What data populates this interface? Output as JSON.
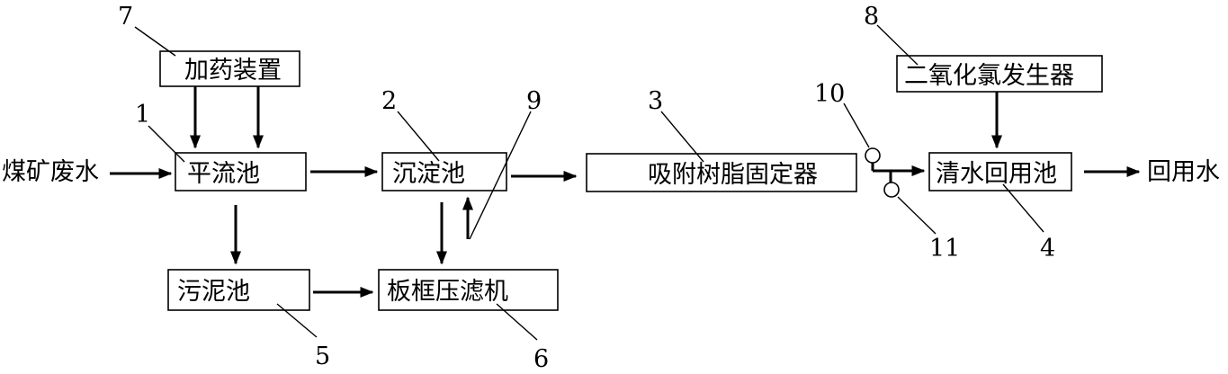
{
  "nodes": {
    "dosing_device": "加药装置",
    "advection_tank": "平流池",
    "sedimentation_tank": "沉淀池",
    "resin_fixer": "吸附树脂固定器",
    "clear_water_tank": "清水回用池",
    "sludge_tank": "污泥池",
    "filter_press": "板框压滤机",
    "chlorine_dioxide_generator": "二氧化氯发生器"
  },
  "io": {
    "input": "煤矿废水",
    "output": "回用水"
  },
  "callouts": {
    "n1": "1",
    "n2": "2",
    "n3": "3",
    "n4": "4",
    "n5": "5",
    "n6": "6",
    "n7": "7",
    "n8": "8",
    "n9": "9",
    "n10": "10",
    "n11": "11"
  },
  "colors": {
    "stroke": "#000000",
    "background": "#ffffff"
  }
}
